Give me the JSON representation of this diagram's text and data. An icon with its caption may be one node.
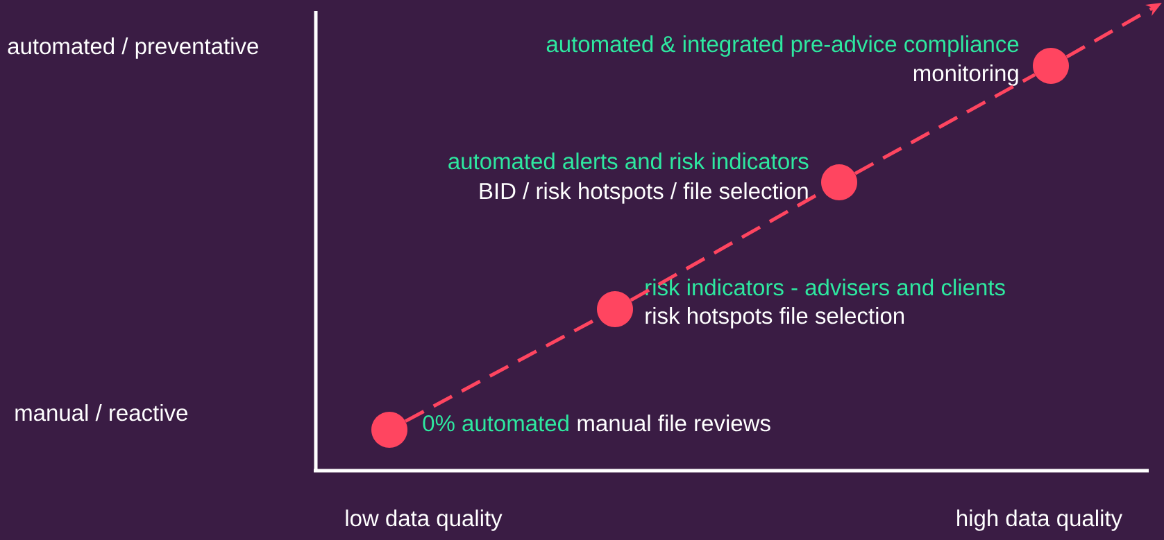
{
  "diagram": {
    "nodes": [
      {
        "text": [],
        "shape": "circle",
        "beside": [
          "0% automated",
          "manual file reviews"
        ]
      },
      {
        "text": [],
        "shape": "circle",
        "beside": [
          "risk indicators - advisers and clients",
          "risk hotspots file selection"
        ]
      },
      {
        "text": [],
        "shape": "circle",
        "beside": [
          "automated alerts and risk indicators",
          "BID / risk hotspots / file selection"
        ]
      },
      {
        "text": [],
        "shape": "circle",
        "beside": [
          "automated & integrated pre-advice compliance",
          "monitoring"
        ]
      }
    ],
    "edges": [
      {
        "from": 0,
        "to": 1,
        "arrow": "none",
        "style": "dashed"
      },
      {
        "from": 1,
        "to": 2,
        "arrow": "none",
        "style": "dashed"
      },
      {
        "from": 2,
        "to": 3,
        "arrow": "none",
        "style": "dashed"
      },
      {
        "from": 3,
        "to": null,
        "arrow": "to",
        "style": "dashed"
      }
    ],
    "labels": [
      "automated / preventative",
      "manual / reactive",
      "low data quality",
      "high data quality"
    ]
  }
}
